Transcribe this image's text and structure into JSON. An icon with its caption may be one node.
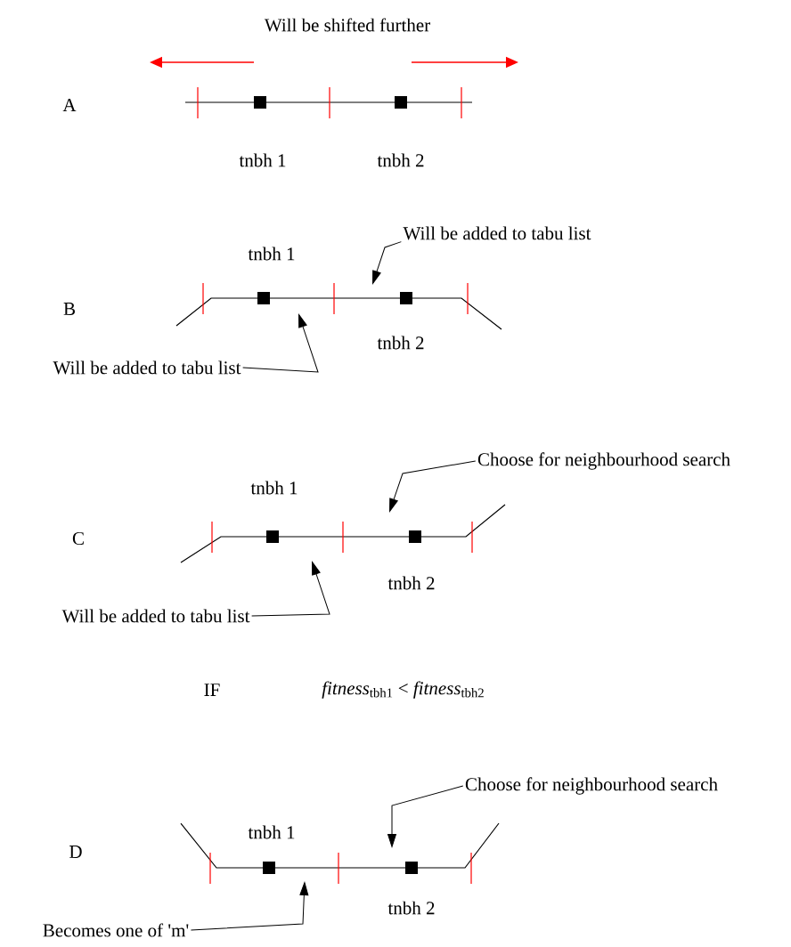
{
  "diagram": {
    "nodes": [
      {
        "text": [
          "Will be added to tabu list"
        ]
      },
      {
        "text": [
          "Will be added to tabu list"
        ]
      },
      {
        "text": [
          "Choose for neighbourhood search"
        ]
      },
      {
        "text": [
          "Will be added to tabu list"
        ]
      },
      {
        "text": [
          "Choose for neighbourhood search"
        ]
      },
      {
        "text": [
          "Becomes one of 'm'"
        ]
      }
    ],
    "edges": [
      {
        "from": 0,
        "to": null,
        "arrow": "to"
      },
      {
        "from": 1,
        "to": null,
        "arrow": "to"
      },
      {
        "from": 2,
        "to": null,
        "arrow": "to"
      },
      {
        "from": 3,
        "to": null,
        "arrow": "to"
      },
      {
        "from": 4,
        "to": null,
        "arrow": "to"
      },
      {
        "from": 5,
        "to": null,
        "arrow": "to"
      }
    ],
    "labels": [
      "Will be shifted further",
      "A",
      "tnbh 1",
      "tnbh 2",
      "B",
      "tnbh 1",
      "tnbh 2",
      "C",
      "tnbh 1",
      "tnbh 2",
      "IF",
      "*fitness*$_{tbh1}$ < *fitness*$_{tbh2}$",
      "D",
      "tnbh 1",
      "tnbh 2"
    ]
  }
}
